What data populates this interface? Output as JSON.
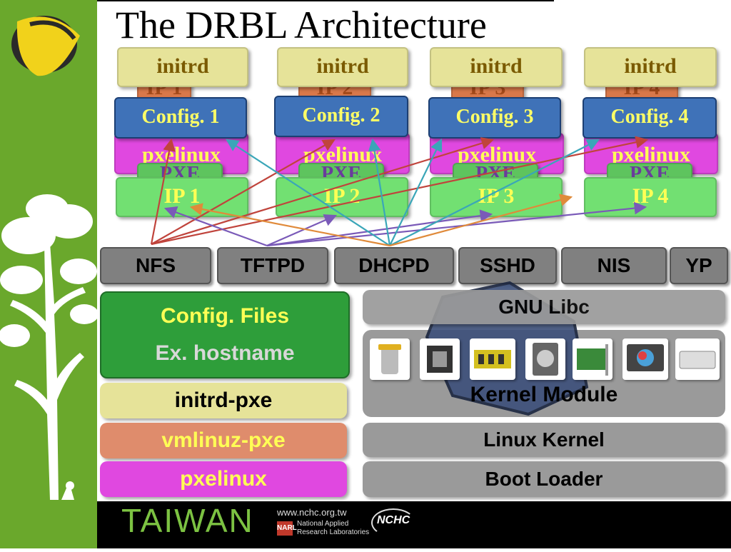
{
  "title": "The DRBL Architecture",
  "clients": [
    {
      "initrd": "initrd",
      "ip_behind": "IP 1",
      "config": "Config. 1",
      "pxelinux": "pxelinux",
      "pxe": "PXE",
      "ip": "IP 1"
    },
    {
      "initrd": "initrd",
      "ip_behind": "IP 2",
      "config": "Config. 2",
      "pxelinux": "pxelinux",
      "pxe": "PXE",
      "ip": "IP 2"
    },
    {
      "initrd": "initrd",
      "ip_behind": "IP 3",
      "config": "Config. 3",
      "pxelinux": "pxelinux",
      "pxe": "PXE",
      "ip": "IP 3"
    },
    {
      "initrd": "initrd",
      "ip_behind": "IP 4",
      "config": "Config. 4",
      "pxelinux": "pxelinux",
      "pxe": "PXE",
      "ip": "IP 4"
    }
  ],
  "services": [
    "NFS",
    "TFTPD",
    "DHCPD",
    "SSHD",
    "NIS",
    "YP"
  ],
  "server_left": {
    "config_files": "Config. Files",
    "example": "Ex. hostname",
    "initrd": "initrd-pxe",
    "vmlinuz": "vmlinuz-pxe",
    "pxelinux": "pxelinux"
  },
  "server_right": {
    "libc": "GNU Libc",
    "kernel_module": "Kernel Module",
    "linux_kernel": "Linux Kernel",
    "boot_loader": "Boot Loader"
  },
  "device_icons": [
    "trash-bin-icon",
    "cpu-chip-icon",
    "memory-card-icon",
    "hard-disk-icon",
    "network-card-icon",
    "monitor-icon",
    "keyboard-icon"
  ],
  "footer": {
    "brand": "TAIWAN",
    "url": "www.nchc.org.tw",
    "org_line1": "National Applied",
    "org_line2": "Research Laboratories",
    "narl": "NARL",
    "nchc": "NCHC"
  },
  "colors": {
    "sidebar": "#6aa82c",
    "initrd": "#e6e399",
    "config": "#3f72b8",
    "pxelinux": "#e048e0",
    "ip": "#72e072",
    "service": "#808080",
    "config_files": "#2e9e3a"
  }
}
